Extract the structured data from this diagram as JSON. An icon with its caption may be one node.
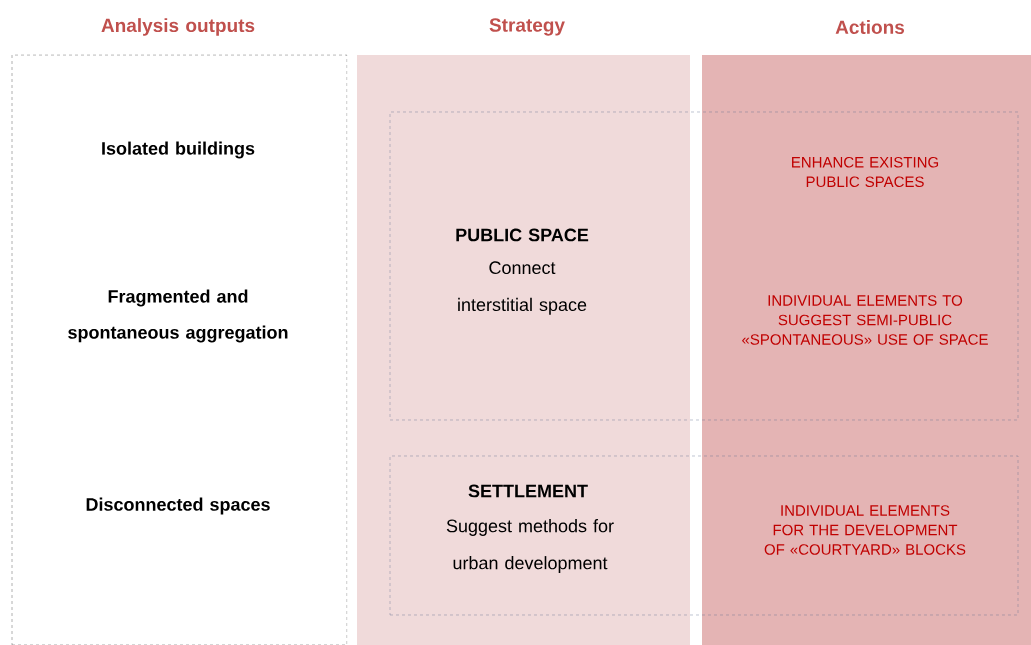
{
  "diagram": {
    "nodes": [
      {
        "text": [
          "Analysis outputs",
          "Isolated buildings",
          "Fragmented and spontaneous aggregation",
          "Disconnected spaces"
        ]
      },
      {
        "text": [
          "Strategy"
        ]
      },
      {
        "text": [
          "Actions"
        ]
      },
      {
        "text": [
          "PUBLIC SPACE",
          "Connect interstitial space",
          "ENHANCE EXISTING PUBLIC SPACES",
          "INDIVIDUAL ELEMENTS TO SUGGEST SEMI-PUBLIC «SPONTANEOUS» USE OF SPACE"
        ]
      },
      {
        "text": [
          "SETTLEMENT",
          "Suggest methods for urban development",
          "INDIVIDUAL ELEMENTS FOR THE DEVELOPMENT OF «COURTYARD» BLOCKS"
        ]
      }
    ]
  }
}
